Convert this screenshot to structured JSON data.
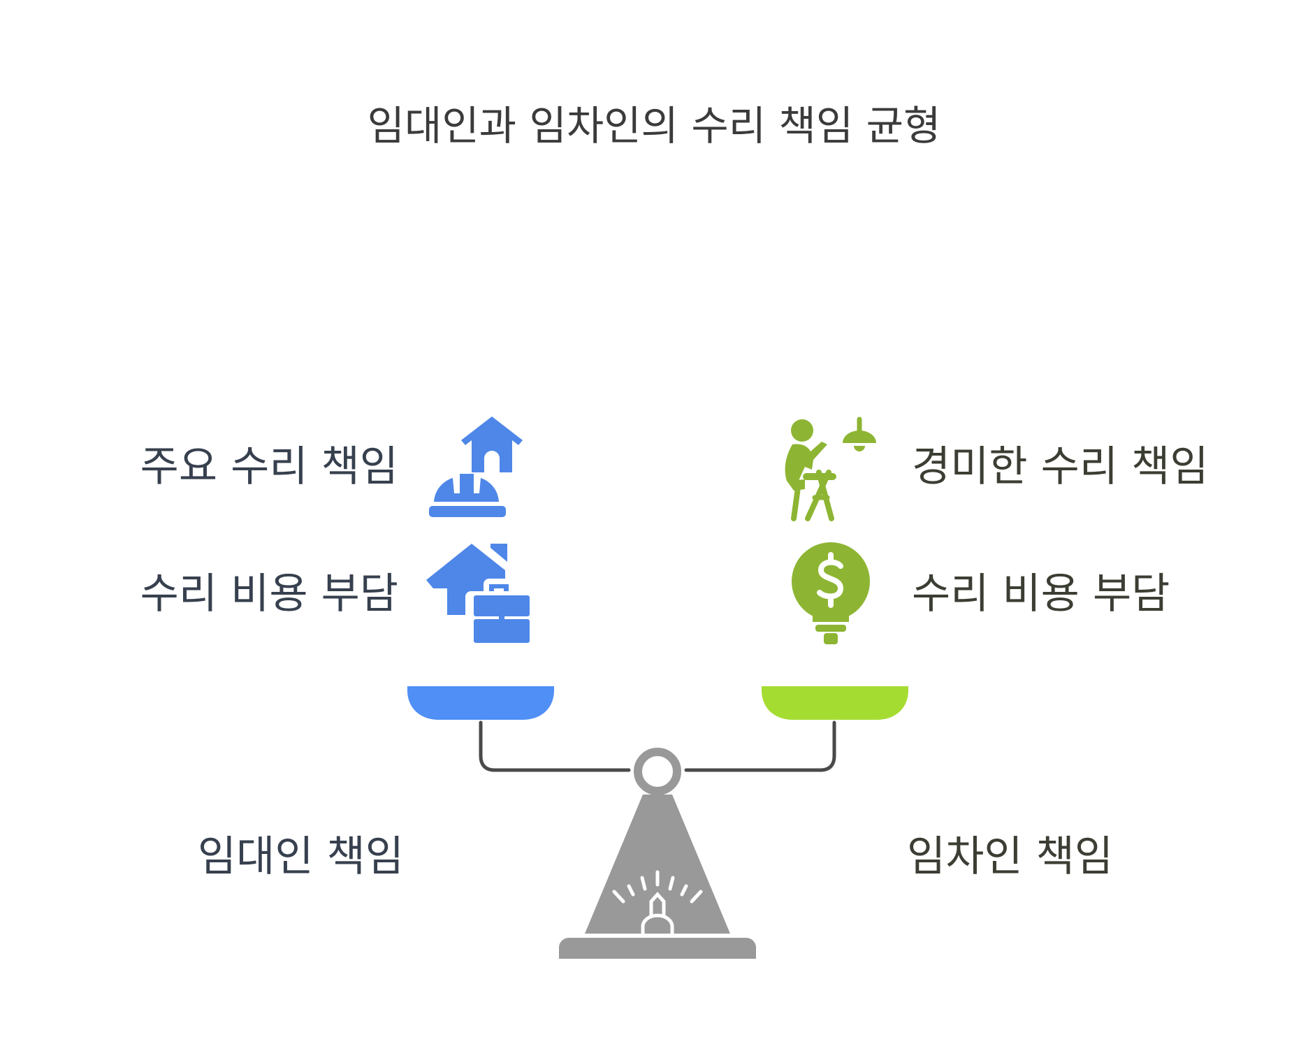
{
  "title": "임대인과 임차인의 수리 책임 균형",
  "left_side": {
    "items": [
      {
        "label": "주요 수리 책임",
        "icon": "house-hardhat-icon"
      },
      {
        "label": "수리 비용 부담",
        "icon": "house-briefcase-icon"
      }
    ],
    "footer": "임대인 책임",
    "color": "#4f8ff6"
  },
  "right_side": {
    "items": [
      {
        "label": "경미한 수리 책임",
        "icon": "person-ladder-lamp-icon"
      },
      {
        "label": "수리 비용 부담",
        "icon": "dollar-lightbulb-icon"
      }
    ],
    "footer": "임차인 책임",
    "color": "#a5dc32"
  },
  "colors": {
    "landlord_icon": "#4e87e8",
    "tenant_icon": "#8db533",
    "fulcrum": "#999999",
    "beam": "#4a4a4a"
  }
}
